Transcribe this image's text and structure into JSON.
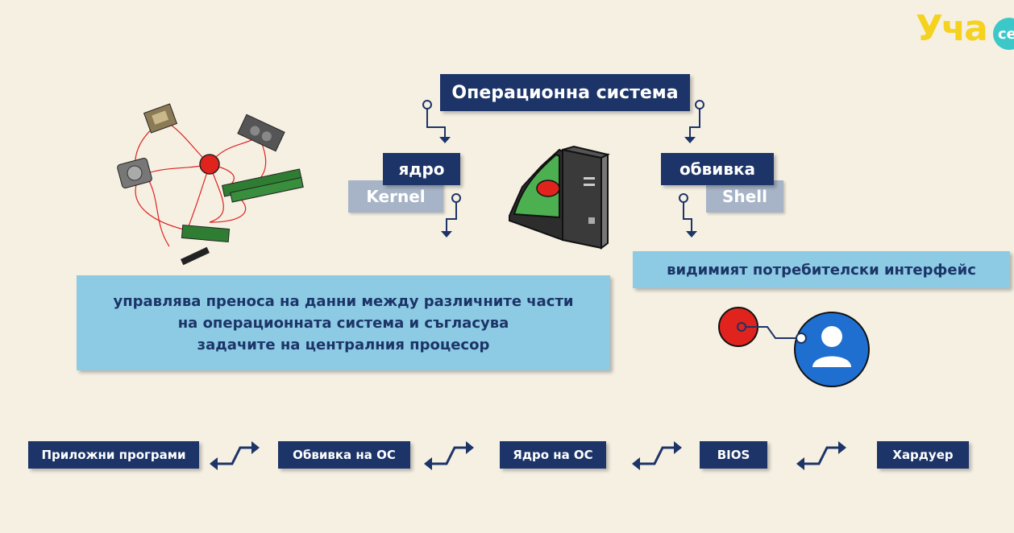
{
  "logo": {
    "text": "Уча",
    "badge": "се"
  },
  "title": "Операционна система",
  "kernel": {
    "label_bg": "ядро",
    "label_en": "Kernel"
  },
  "shell": {
    "label_bg": "обвивка",
    "label_en": "Shell"
  },
  "kernel_description": {
    "line1": "управлява преноса на данни между различните части",
    "line2": "на операционната система и съгласува",
    "line3": "задачите на централния процесор"
  },
  "shell_description": "видимият потребителски интерфейс",
  "chain": [
    {
      "label": "Приложни програми"
    },
    {
      "label": "Обвивка на ОС"
    },
    {
      "label": "Ядро на ОС"
    },
    {
      "label": "BIOS"
    },
    {
      "label": "Хардуер"
    }
  ],
  "colors": {
    "background": "#f6f0e3",
    "navy": "#1c3468",
    "grey": "#a7b4c7",
    "light_blue": "#8ccbe3",
    "red": "#e0231c",
    "user_blue": "#1f6fd1",
    "logo_yellow": "#f4d21f",
    "logo_teal": "#3cc8c8"
  },
  "icons": [
    "hardware-cluster-icon",
    "computer-case-icon",
    "user-icon",
    "connection-arrow-icon"
  ]
}
